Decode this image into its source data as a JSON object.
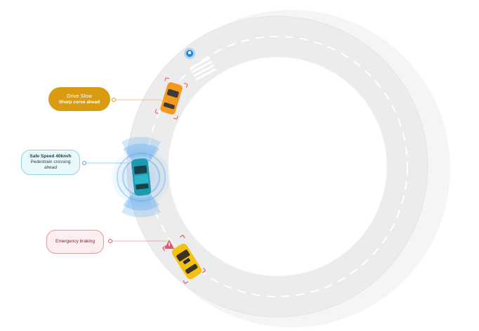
{
  "callouts": {
    "drive_slow": {
      "title": "Drive Slow",
      "subtitle": "Sharp curve ahead"
    },
    "safe_speed": {
      "title": "Safe Speed 40km/h",
      "line2": "Pedestrain crossing",
      "line3": "ahead"
    },
    "braking": {
      "title": "Emergency braking"
    }
  },
  "colors": {
    "road": "#ececec",
    "road_shadow": "#f6f6f6",
    "lane_marking": "#ffffff",
    "drive_slow_fill": "#d89b12",
    "orange_car": "#f39a1e",
    "teal_car": "#1c9bb0",
    "taxi": "#f4c20d",
    "sensor_waves": "#49a8f0",
    "warning_pink": "#e0566b",
    "pedestrian_blue": "#1e88e5"
  },
  "icons": [
    "pedestrian-icon",
    "orange-car",
    "teal-car",
    "taxi-car",
    "warning-triangle-icon"
  ]
}
